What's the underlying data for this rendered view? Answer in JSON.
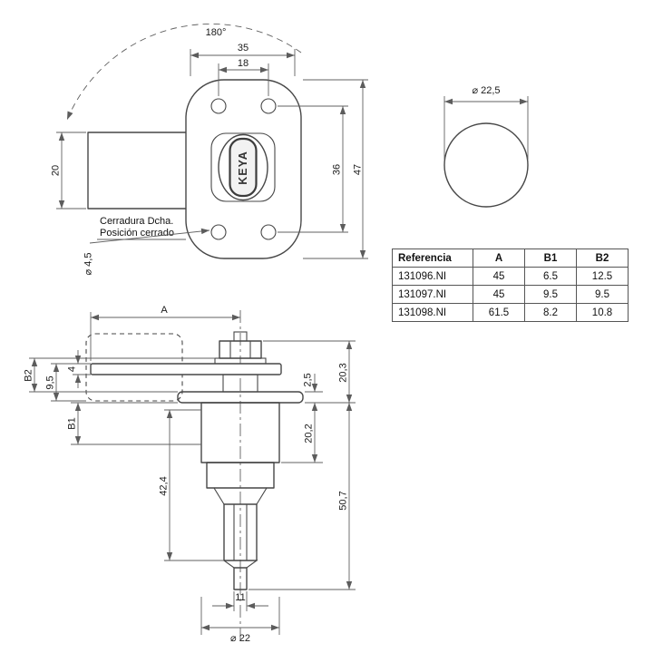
{
  "front_view": {
    "rotation": "180°",
    "width": "35",
    "hole_pitch_h": "18",
    "hole_pitch_v": "36",
    "height": "47",
    "body": "20",
    "hole_dia": "⌀ 4,5",
    "note1": "Cerradura Dcha.",
    "note2": "Posición cerrado",
    "brand": "KEYA"
  },
  "plug_view": {
    "dia": "⌀ 22,5"
  },
  "side_view": {
    "a": "A",
    "b1": "B1",
    "b2": "B2",
    "bar_thickness": "4",
    "d9_5": "9,5",
    "d2_5": "2,5",
    "d20_3": "20,3",
    "d20_2": "20,2",
    "d42_4": "42,4",
    "d50_7": "50,7",
    "d11": "11",
    "dia22": "⌀ 22"
  },
  "table": {
    "headers": [
      "Referencia",
      "A",
      "B1",
      "B2"
    ],
    "rows": [
      [
        "131096.NI",
        "45",
        "6.5",
        "12.5"
      ],
      [
        "131097.NI",
        "45",
        "9.5",
        "9.5"
      ],
      [
        "131098.NI",
        "61.5",
        "8.2",
        "10.8"
      ]
    ]
  }
}
